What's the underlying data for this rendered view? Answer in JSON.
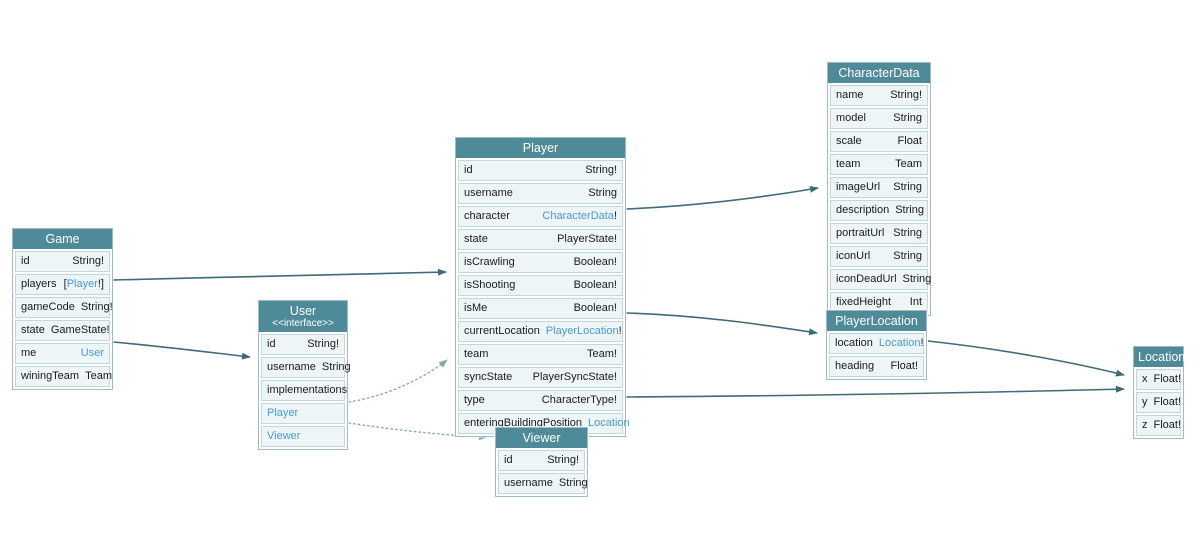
{
  "theme": {
    "header_bg": "#4f8a99",
    "row_bg": "#eef5f7",
    "row_border": "#c2d7dc",
    "table_border": "#9fbcc5",
    "link_color": "#4a9ad2",
    "edge_color": "#3e6b7a",
    "interface_edge_color": "#8aa7b0",
    "text_color": "#1a1a1a"
  },
  "tables": {
    "game": {
      "title": "Game",
      "fields": [
        {
          "name": "id",
          "type": "String!"
        },
        {
          "name": "players",
          "type_pre": "[",
          "type_link": "Player",
          "type_suf": "!]"
        },
        {
          "name": "gameCode",
          "type": "String!"
        },
        {
          "name": "state",
          "type": "GameState!"
        },
        {
          "name": "me",
          "type_link": "User"
        },
        {
          "name": "winingTeam",
          "type": "Team"
        }
      ]
    },
    "user": {
      "title": "User",
      "stereotype": "<<interface>>",
      "fields": [
        {
          "name": "id",
          "type": "String!"
        },
        {
          "name": "username",
          "type": "String"
        }
      ],
      "implementations_label": "implementations",
      "implementations": [
        "Player",
        "Viewer"
      ]
    },
    "player": {
      "title": "Player",
      "fields": [
        {
          "name": "id",
          "type": "String!"
        },
        {
          "name": "username",
          "type": "String"
        },
        {
          "name": "character",
          "type_link": "CharacterData",
          "type_suf": "!"
        },
        {
          "name": "state",
          "type": "PlayerState!"
        },
        {
          "name": "isCrawling",
          "type": "Boolean!"
        },
        {
          "name": "isShooting",
          "type": "Boolean!"
        },
        {
          "name": "isMe",
          "type": "Boolean!"
        },
        {
          "name": "currentLocation",
          "type_link": "PlayerLocation",
          "type_suf": "!"
        },
        {
          "name": "team",
          "type": "Team!"
        },
        {
          "name": "syncState",
          "type": "PlayerSyncState!"
        },
        {
          "name": "type",
          "type": "CharacterType!"
        },
        {
          "name": "enteringBuildingPosition",
          "type_link": "Location"
        }
      ]
    },
    "viewer": {
      "title": "Viewer",
      "fields": [
        {
          "name": "id",
          "type": "String!"
        },
        {
          "name": "username",
          "type": "String"
        }
      ]
    },
    "character_data": {
      "title": "CharacterData",
      "fields": [
        {
          "name": "name",
          "type": "String!"
        },
        {
          "name": "model",
          "type": "String"
        },
        {
          "name": "scale",
          "type": "Float"
        },
        {
          "name": "team",
          "type": "Team"
        },
        {
          "name": "imageUrl",
          "type": "String"
        },
        {
          "name": "description",
          "type": "String"
        },
        {
          "name": "portraitUrl",
          "type": "String"
        },
        {
          "name": "iconUrl",
          "type": "String"
        },
        {
          "name": "iconDeadUrl",
          "type": "String"
        },
        {
          "name": "fixedHeight",
          "type": "Int"
        }
      ]
    },
    "player_location": {
      "title": "PlayerLocation",
      "fields": [
        {
          "name": "location",
          "type_link": "Location",
          "type_suf": "!"
        },
        {
          "name": "heading",
          "type": "Float!"
        }
      ]
    },
    "location": {
      "title": "Location",
      "fields": [
        {
          "name": "x",
          "type": "Float!"
        },
        {
          "name": "y",
          "type": "Float!"
        },
        {
          "name": "z",
          "type": "Float!"
        }
      ]
    }
  }
}
